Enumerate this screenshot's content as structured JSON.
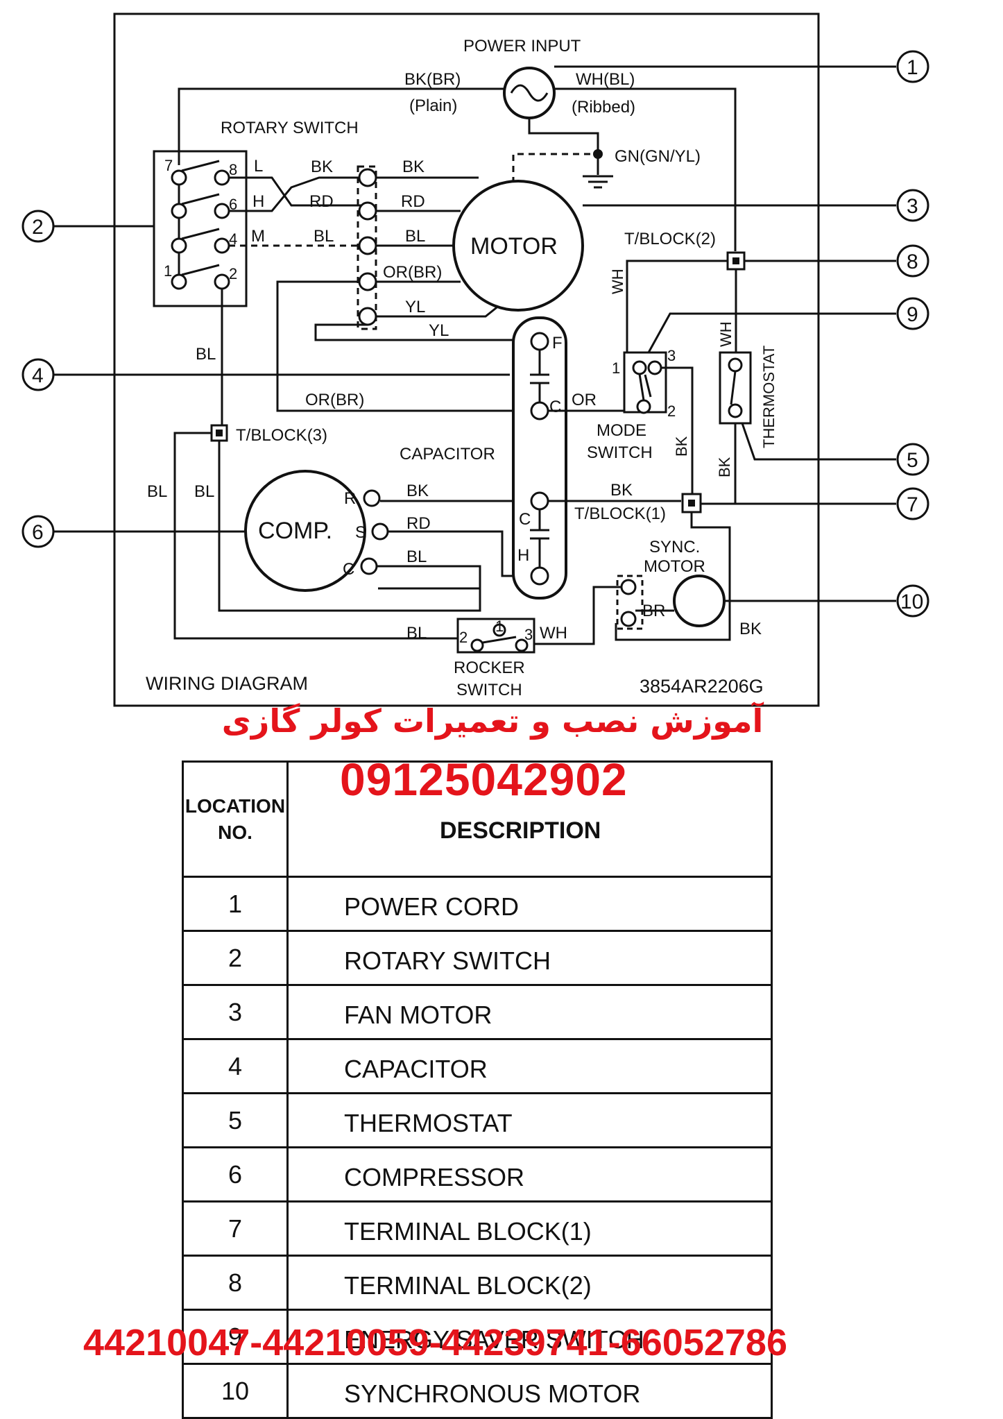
{
  "diagram": {
    "title": "WIRING DIAGRAM",
    "part_number": "3854AR2206G",
    "power_input": {
      "label": "POWER INPUT",
      "left_wire": "BK(BR)",
      "left_note": "(Plain)",
      "right_wire": "WH(BL)",
      "right_note": "(Ribbed)",
      "ground": "GN(GN/YL)"
    },
    "rotary_switch": {
      "label": "ROTARY SWITCH",
      "terminals": [
        "7",
        "8",
        "6",
        "4",
        "1",
        "2"
      ],
      "speeds": [
        "L",
        "H",
        "M"
      ]
    },
    "motor": {
      "label": "MOTOR"
    },
    "capacitor": {
      "label": "CAPACITOR",
      "top_terminals": [
        "F",
        "C"
      ],
      "bottom_terminals": [
        "C",
        "H"
      ]
    },
    "compressor": {
      "label": "COMP.",
      "terminals": [
        "R",
        "S",
        "C"
      ]
    },
    "mode_switch": {
      "label_1": "MODE",
      "label_2": "SWITCH",
      "terminals": [
        "1",
        "3",
        "2"
      ]
    },
    "thermostat": {
      "label": "THERMOSTAT"
    },
    "sync_motor": {
      "label_1": "SYNC.",
      "label_2": "MOTOR"
    },
    "rocker_switch": {
      "label_1": "ROCKER",
      "label_2": "SWITCH",
      "terminals": [
        "2",
        "1",
        "3"
      ]
    },
    "terminal_blocks": [
      "T/BLOCK(1)",
      "T/BLOCK(2)",
      "T/BLOCK(3)"
    ],
    "wire_colors": [
      "BK",
      "RD",
      "BL",
      "OR(BR)",
      "YL",
      "OR",
      "WH",
      "BR"
    ],
    "callouts": [
      "1",
      "2",
      "3",
      "4",
      "5",
      "6",
      "7",
      "8",
      "9",
      "10"
    ]
  },
  "promo": {
    "persian_title": "آموزش نصب و تعمیرات کولر گازی",
    "phone": "09125042902",
    "footer_phones": "44210047-44210059-44239741-66052786",
    "color": "#e4141b"
  },
  "legend": {
    "header_location_line1": "LOCATION",
    "header_location_line2": "NO.",
    "header_description": "DESCRIPTION",
    "rows": [
      {
        "no": "1",
        "description": "POWER CORD"
      },
      {
        "no": "2",
        "description": "ROTARY SWITCH"
      },
      {
        "no": "3",
        "description": "FAN MOTOR"
      },
      {
        "no": "4",
        "description": "CAPACITOR"
      },
      {
        "no": "5",
        "description": "THERMOSTAT"
      },
      {
        "no": "6",
        "description": "COMPRESSOR"
      },
      {
        "no": "7",
        "description": "TERMINAL BLOCK(1)"
      },
      {
        "no": "8",
        "description": "TERMINAL BLOCK(2)"
      },
      {
        "no": "9",
        "description": "ENERGY SAVER SWITCH"
      },
      {
        "no": "10",
        "description": "SYNCHRONOUS MOTOR"
      }
    ]
  }
}
